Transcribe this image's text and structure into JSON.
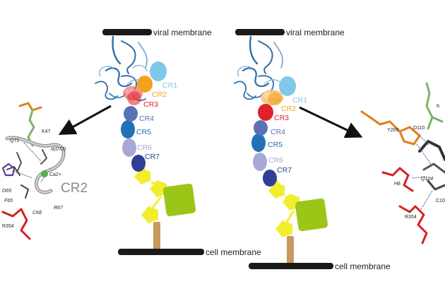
{
  "membranes": {
    "viral_left": "viral membrane",
    "viral_right": "viral membrane",
    "cell_left": "cell membrane",
    "cell_right": "cell membrane"
  },
  "left_panel": {
    "domains": [
      {
        "label": "CR1",
        "color": "#7ec8ea"
      },
      {
        "label": "CR2",
        "color": "#f4a21d"
      },
      {
        "label": "CR3",
        "color": "#e0202a"
      },
      {
        "label": "CR4",
        "color": "#5a70b8"
      },
      {
        "label": "CR5",
        "color": "#2271b6"
      },
      {
        "label": "CR6",
        "color": "#a7a8d6"
      },
      {
        "label": "CR7",
        "color": "#2f3f95"
      }
    ]
  },
  "right_panel": {
    "domains": [
      {
        "label": "CR1",
        "color": "#7ec8ea"
      },
      {
        "label": "CR2",
        "color": "#f4a21d"
      },
      {
        "label": "CR3",
        "color": "#e0202a"
      },
      {
        "label": "CR4",
        "color": "#5a70b8"
      },
      {
        "label": "CR5",
        "color": "#2271b6"
      },
      {
        "label": "CR6",
        "color": "#a7a8d6"
      },
      {
        "label": "CR7",
        "color": "#2f3f95"
      }
    ]
  },
  "left_inset": {
    "title": "CR2",
    "residues": [
      "K47",
      "Q71",
      "II(D73)",
      "D69",
      "F65",
      "R67",
      "C68",
      "R354"
    ],
    "ion": "Ca2+"
  },
  "right_inset": {
    "residues": [
      "Y209",
      "D110",
      "K",
      "Q104",
      "H8",
      "R354",
      "C10"
    ]
  },
  "colors": {
    "membrane": "#1a1a1a",
    "linker_yellow": "#f2ee2e",
    "green_box": "#9cc617",
    "stalk": "#c89a5f",
    "protein_blue": "#2f6ea8",
    "arrow": "#111111"
  }
}
